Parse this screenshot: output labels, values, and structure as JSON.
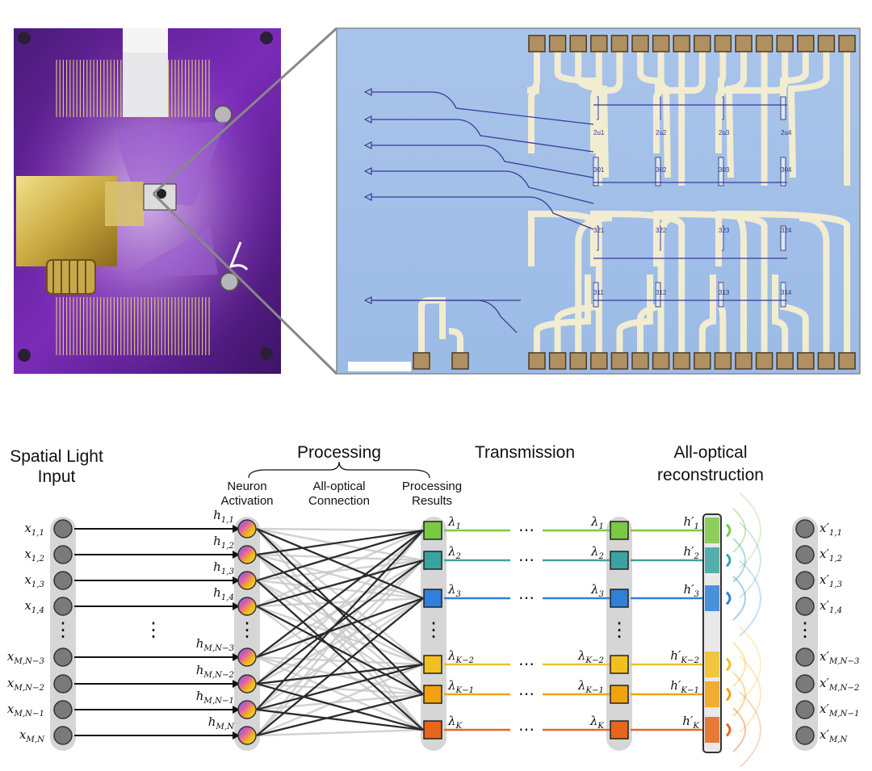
{
  "top": {
    "board_label": "",
    "chip_heater_labels_row1": [
      "2u1",
      "2u2",
      "2u3",
      "2u4"
    ],
    "chip_heater_labels_row2": [
      "301",
      "302",
      "303",
      "304"
    ],
    "chip_heater_labels_row3": [
      "321",
      "322",
      "323",
      "324"
    ],
    "chip_heater_labels_row4": [
      "311",
      "312",
      "313",
      "314"
    ]
  },
  "headings": {
    "spatial_input": [
      "Spatial Light",
      "Input"
    ],
    "processing": "Processing",
    "neuron_activation": [
      "Neuron",
      "Activation"
    ],
    "all_optical_connection": [
      "All-optical",
      "Connection"
    ],
    "processing_results": [
      "Processing",
      "Results"
    ],
    "transmission": "Transmission",
    "all_optical_reconstruction": [
      "All-optical",
      "reconstruction"
    ]
  },
  "inputs": [
    "x1,1",
    "x1,2",
    "x1,3",
    "x1,4",
    "xM,N−3",
    "xM,N−2",
    "xM,N−1",
    "xM,N"
  ],
  "input_labels": [
    {
      "base": "x",
      "sub": "1,1"
    },
    {
      "base": "x",
      "sub": "1,2"
    },
    {
      "base": "x",
      "sub": "1,3"
    },
    {
      "base": "x",
      "sub": "1,4"
    },
    {
      "base": "x",
      "sub": "M,N−3"
    },
    {
      "base": "x",
      "sub": "M,N−2"
    },
    {
      "base": "x",
      "sub": "M,N−1"
    },
    {
      "base": "x",
      "sub": "M,N"
    }
  ],
  "neuron_labels": [
    {
      "base": "h",
      "sub": "1,1"
    },
    {
      "base": "h",
      "sub": "1,2"
    },
    {
      "base": "h",
      "sub": "1,3"
    },
    {
      "base": "h",
      "sub": "1,4"
    },
    {
      "base": "h",
      "sub": "M,N−3"
    },
    {
      "base": "h",
      "sub": "M,N−2"
    },
    {
      "base": "h",
      "sub": "M,N−1"
    },
    {
      "base": "h",
      "sub": "M,N"
    }
  ],
  "lambda_labels": [
    {
      "base": "λ",
      "sub": "1"
    },
    {
      "base": "λ",
      "sub": "2"
    },
    {
      "base": "λ",
      "sub": "3"
    },
    {
      "base": "λ",
      "sub": "K−2"
    },
    {
      "base": "λ",
      "sub": "K−1"
    },
    {
      "base": "λ",
      "sub": "K"
    }
  ],
  "recon_labels": [
    {
      "base": "h′",
      "sub": "1"
    },
    {
      "base": "h′",
      "sub": "2"
    },
    {
      "base": "h′",
      "sub": "3"
    },
    {
      "base": "h′",
      "sub": "K−2"
    },
    {
      "base": "h′",
      "sub": "K−1"
    },
    {
      "base": "h′",
      "sub": "K"
    }
  ],
  "output_labels": [
    {
      "base": "x′",
      "sub": "1,1"
    },
    {
      "base": "x′",
      "sub": "1,2"
    },
    {
      "base": "x′",
      "sub": "1,3"
    },
    {
      "base": "x′",
      "sub": "1,4"
    },
    {
      "base": "x′",
      "sub": "M,N−3"
    },
    {
      "base": "x′",
      "sub": "M,N−2"
    },
    {
      "base": "x′",
      "sub": "M,N−1"
    },
    {
      "base": "x′",
      "sub": "M,N"
    }
  ],
  "channel_colors": [
    "#7ac943",
    "#3aa3a0",
    "#2f80d8",
    "#f0c020",
    "#f2a20f",
    "#e8651a"
  ],
  "ellipsis": "⋯",
  "vdots": "⋮"
}
